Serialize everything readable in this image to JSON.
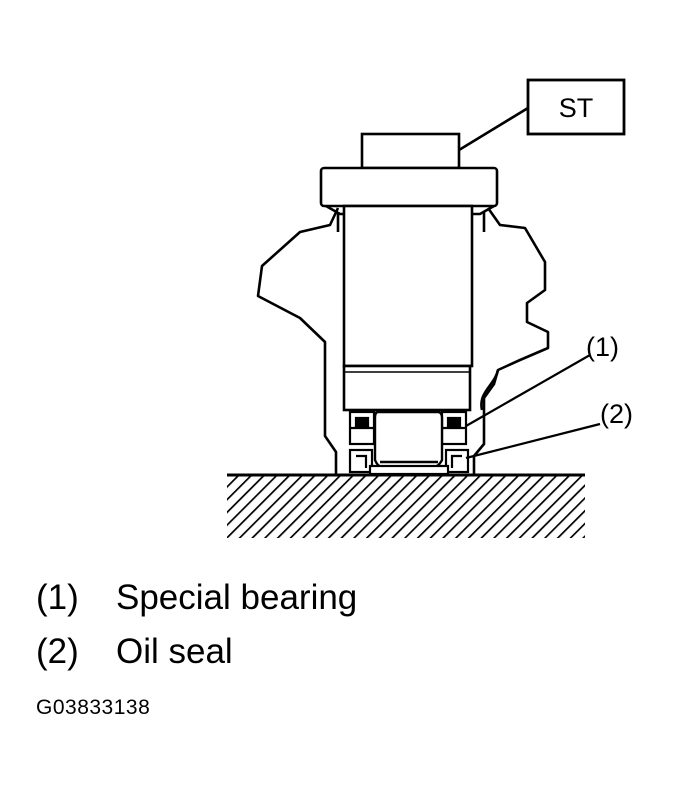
{
  "diagram": {
    "tool_label": "ST",
    "callouts": [
      "(1)",
      "(2)"
    ]
  },
  "legend": [
    {
      "num": "(1)",
      "text": "Special bearing"
    },
    {
      "num": "(2)",
      "text": "Oil seal"
    }
  ],
  "figure_id": "G03833138"
}
